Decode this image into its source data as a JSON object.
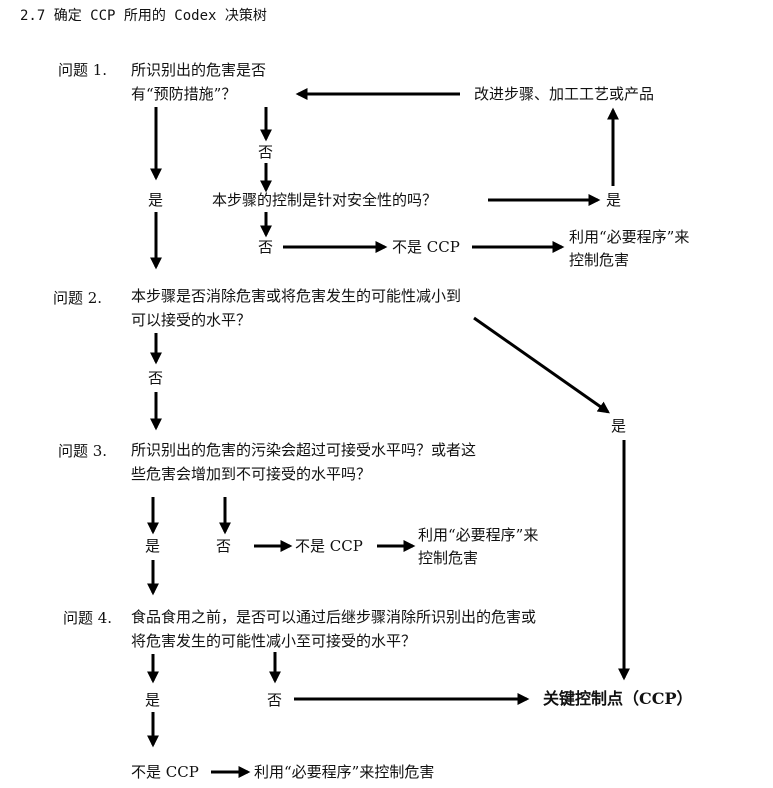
{
  "heading": "2.7 确定 CCP 所用的 Codex 决策树",
  "q1": {
    "label": "问题 1.",
    "line1": "所识别出的危害是否",
    "line2": "有“预防措施”？",
    "yes": "是",
    "no": "否",
    "modify": "改进步骤、加工工艺或产品",
    "sub_question": "本步骤的控制是针对安全性的吗？",
    "sub_yes": "是",
    "sub_no": "否",
    "not_ccp": "不是 CCP",
    "prereq_line1": "利用“必要程序”来",
    "prereq_line2": "控制危害"
  },
  "q2": {
    "label": "问题 2.",
    "line1": "本步骤是否消除危害或将危害发生的可能性减小到",
    "line2": "可以接受的水平？",
    "no": "否",
    "yes": "是"
  },
  "q3": {
    "label": "问题 3.",
    "line1": "所识别出的危害的污染会超过可接受水平吗？或者这",
    "line2": "些危害会增加到不可接受的水平吗？",
    "yes": "是",
    "no": "否",
    "not_ccp": "不是 CCP",
    "prereq_line1": "利用“必要程序”来",
    "prereq_line2": "控制危害"
  },
  "q4": {
    "label": "问题 4.",
    "line1": "食品食用之前，是否可以通过后继步骤消除所识别出的危害或",
    "line2": "将危害发生的可能性减小至可接受的水平？",
    "yes": "是",
    "no": "否",
    "ccp": "关键控制点（CCP）",
    "not_ccp": "不是 CCP",
    "prereq": "利用“必要程序”来控制危害"
  }
}
